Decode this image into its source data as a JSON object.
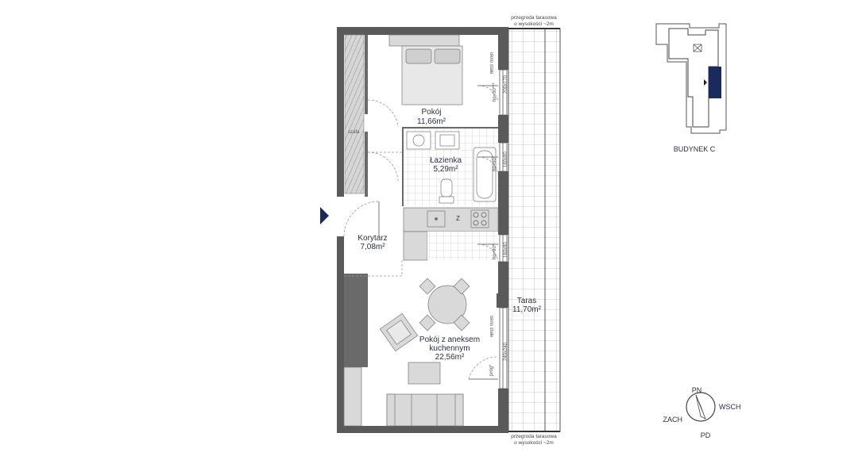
{
  "rooms": {
    "bedroom": {
      "name": "Pokój",
      "area": "11,66m²"
    },
    "bathroom": {
      "name": "Łazienka",
      "area": "5,29m²"
    },
    "hall": {
      "name": "Korytarz",
      "area": "7,08m²"
    },
    "living": {
      "name1": "Pokój z aneksem",
      "name2": "kuchennym",
      "area": "22,56m²"
    },
    "terrace": {
      "name": "Taras",
      "area": "11,70m²"
    }
  },
  "notes": {
    "partition_top_1": "przegroda tarasowa",
    "partition_top_2": "o wysokości ~2m",
    "partition_bottom_1": "przegroda tarasowa",
    "partition_bottom_2": "o wysokości ~2m",
    "window_fixed_top": "okno stałe",
    "window_fixed_living": "okno stałe",
    "win_bedroom": "200x170",
    "win_bath": "160x80",
    "win_kitchen": "160x80",
    "win_living": "240x240",
    "sill_bedroom": "hp=50***",
    "sill_bath": "hp=90*",
    "sill_kitchen": "hp=90*",
    "threshold": "próg*",
    "fridge": "Z",
    "wardrobe": "szafa"
  },
  "building_label": "BUDYNEK C",
  "compass": {
    "n": "PN",
    "s": "PD",
    "e": "WSCH",
    "w": "ZACH"
  },
  "colors": {
    "wall": "#5a5a5a",
    "accent": "#1a2a5c",
    "furniture": "#d9d9d9"
  }
}
